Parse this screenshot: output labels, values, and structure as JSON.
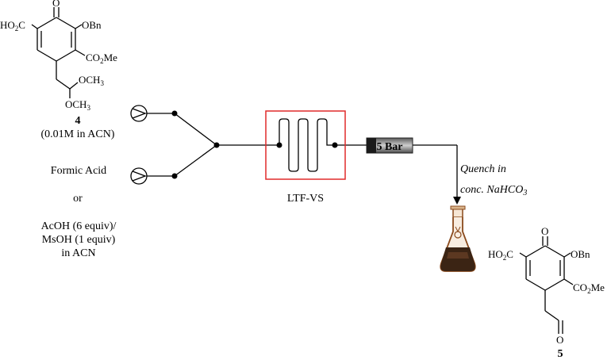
{
  "compound4": {
    "label": "4",
    "concentration": "(0.01M in ACN)",
    "groups": {
      "acid": "HO2C",
      "carbonyl": "O",
      "obn": "OBn",
      "ester": "CO2Me",
      "ome1": "OCH3",
      "ome2": "OCH3"
    }
  },
  "reagents": {
    "line1": "Formic Acid",
    "or": "or",
    "line2": "AcOH (6 equiv)/",
    "line3": "MsOH (1 equiv)",
    "line4": "in ACN"
  },
  "reactor": {
    "label": "LTF-VS"
  },
  "bpr": {
    "label": "5 Bar"
  },
  "quench": {
    "line1": "Quench in",
    "line2": "conc. NaHCO3"
  },
  "compound5": {
    "label": "5",
    "groups": {
      "acid": "HO2C",
      "carbonyl": "O",
      "obn": "OBn",
      "ester": "CO2Me",
      "aldehyde": "O"
    }
  },
  "colors": {
    "reactor_border": "#e02a2a",
    "flask": "#8a4a1c",
    "bpr_body": "#222222"
  }
}
